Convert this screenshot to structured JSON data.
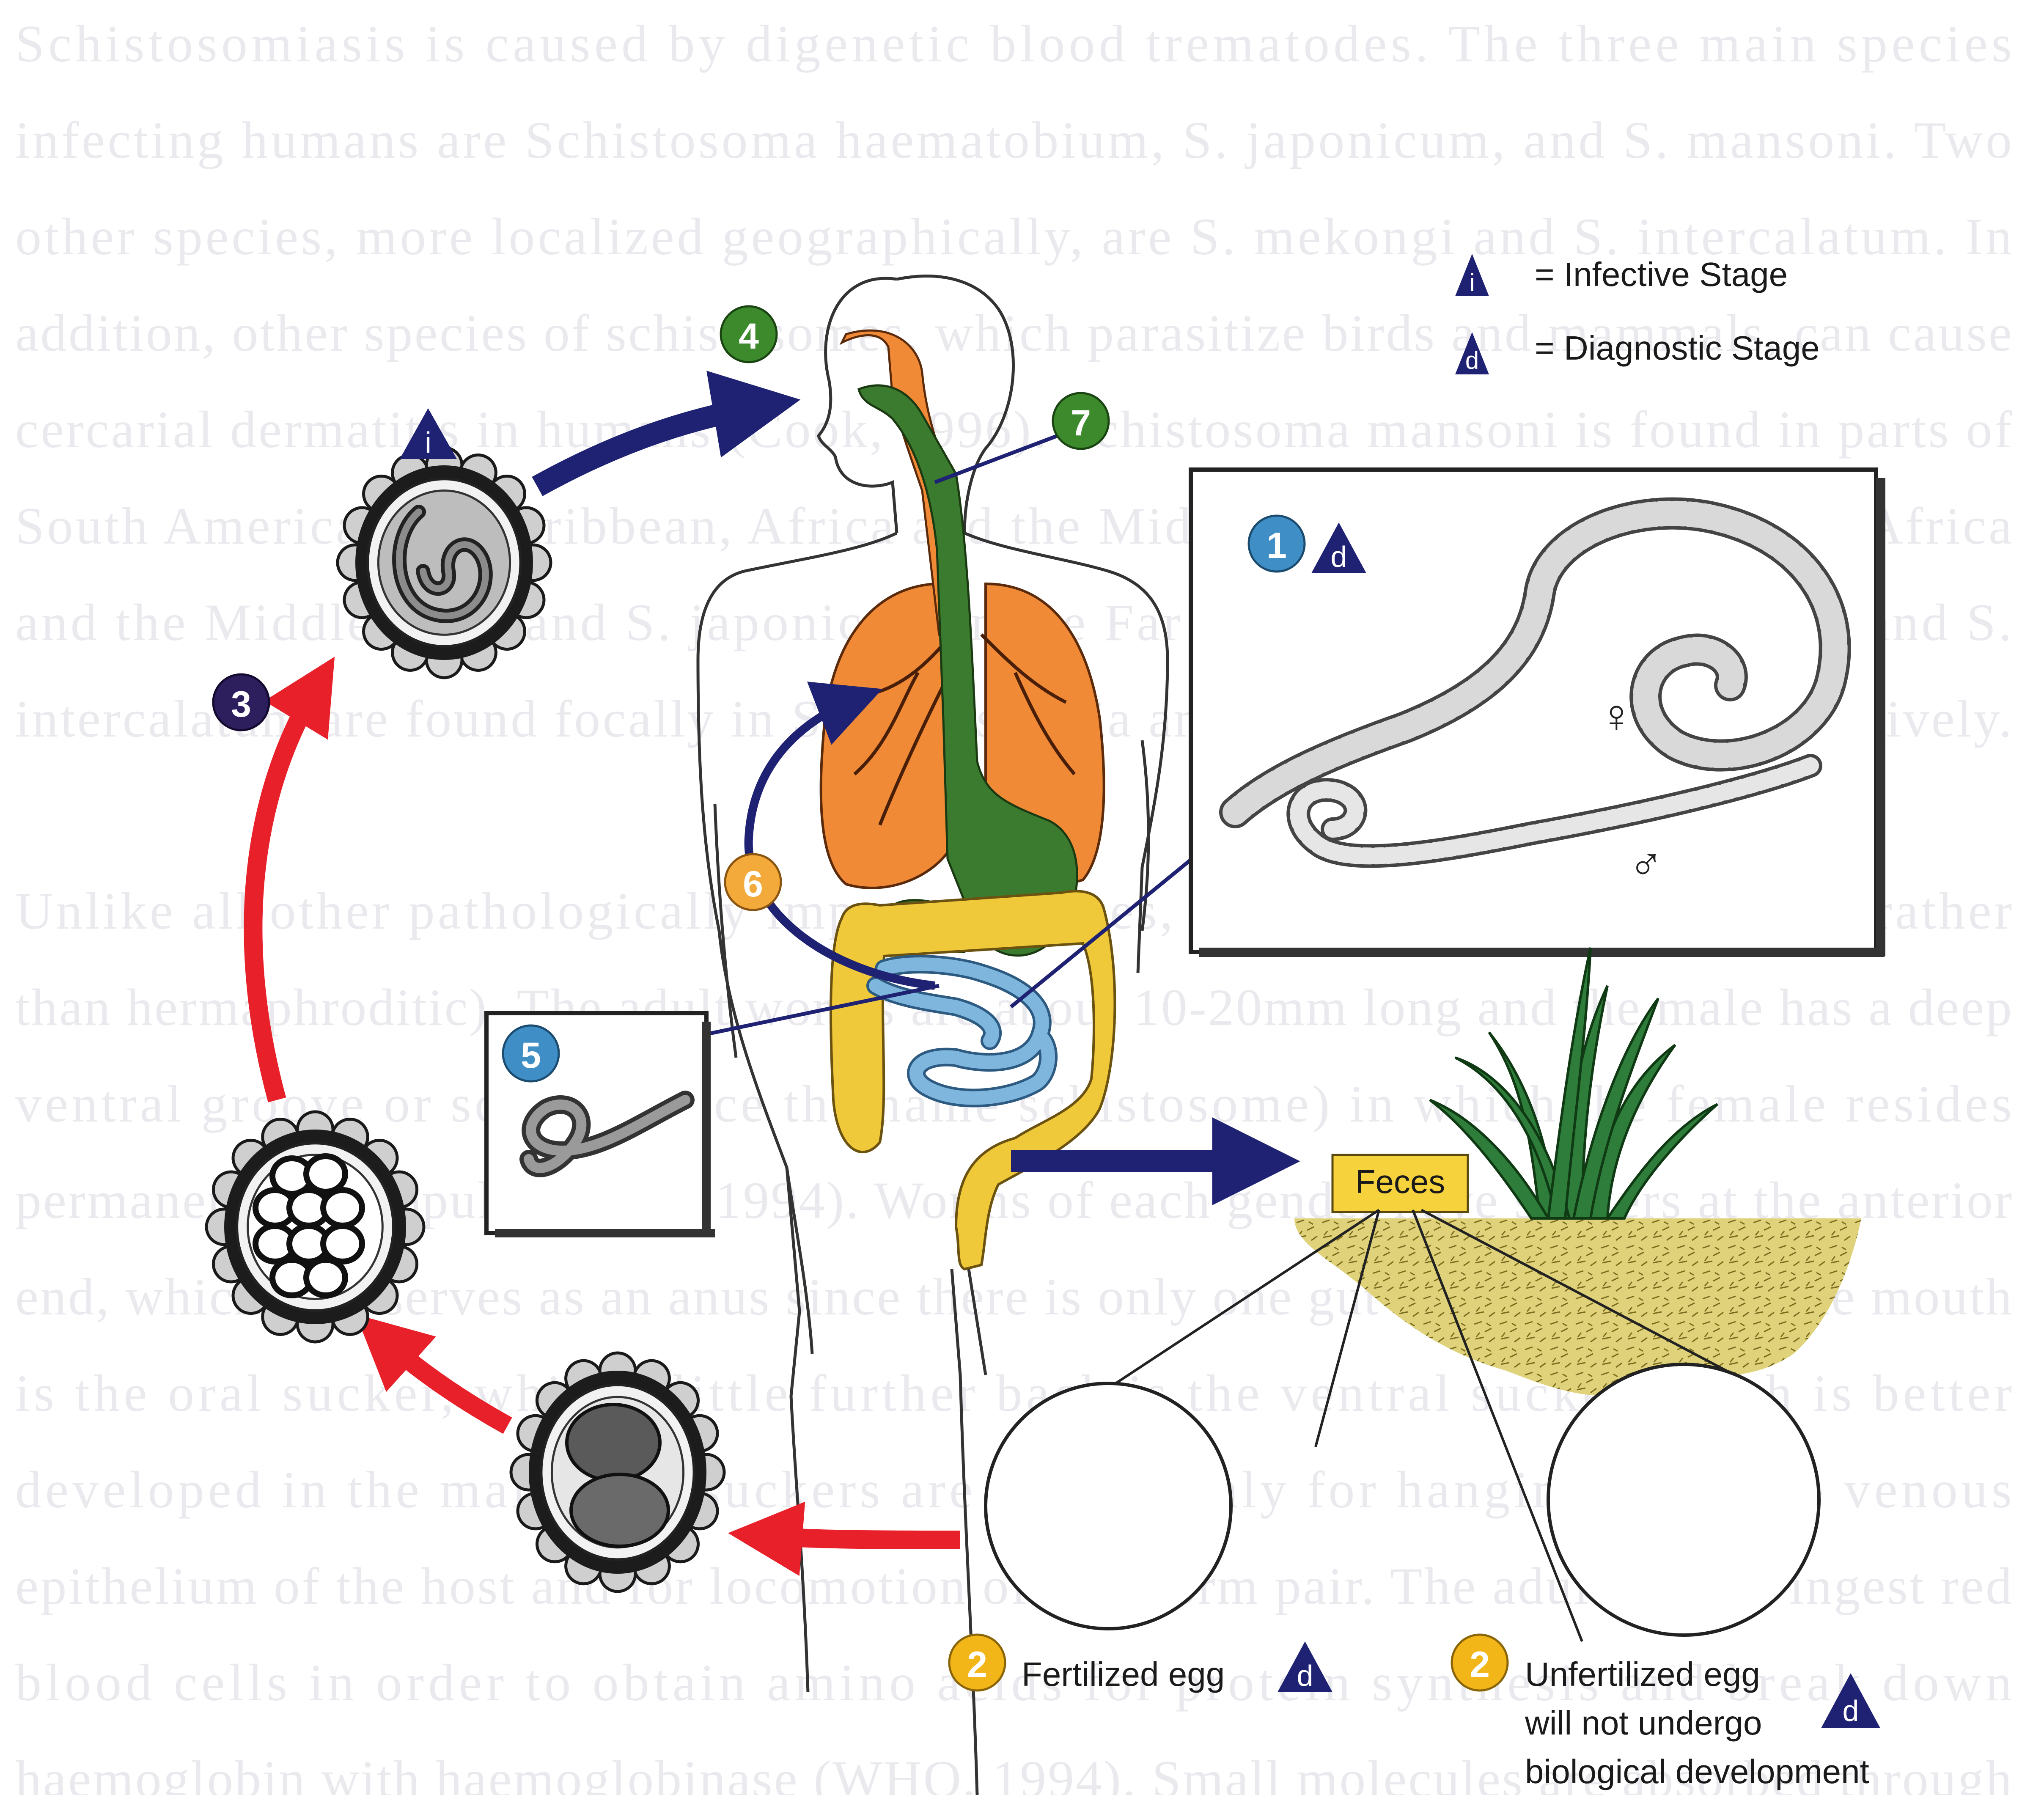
{
  "background_paragraphs": [
    {
      "lines": [
        "Schistosomiasis is caused by digenetic blood trematodes. The three main species",
        "infecting humans are Schistosoma haematobium, S. japonicum, and S. mansoni. Two",
        "other species, more localized geographically, are S. mekongi and S. intercalatum. In",
        "addition, other species of schistosomes, which parasitize birds and mammals, can cause",
        "cercarial dermatitis in humans (Cook, 1996). Schistosoma mansoni is found in parts of",
        "South America, the Caribbean, Africa and the Middle East; S. haematobium in Africa",
        "and the Middle East; and S. japonicum in the Far East. Schistosoma mekongi and S.",
        "intercalatum are found focally in Southeast Asia and central West Africa, respectively."
      ]
    },
    {
      "lines": [
        "Unlike all other pathologically important flukes, schistosomes are dioecious (rather",
        "than hermaphroditic). The adult worms are about 10-20mm long and the male has a deep",
        "ventral groove or schist (hence the name schistosome) in which the female resides",
        "permanently in copulo (WHO, 1994). Worms of each gender have suckers at the anterior",
        "end, which also serves as an anus since there is only one gut opening. Around the mouth",
        "is the oral sucker, while a little further back is the ventral sucker which is better",
        "developed in the male. The suckers are used mainly for hanging on to the venous",
        "epithelium of the host and for locomotion of the worm pair. The adult worms ingest red",
        "blood cells in order to obtain amino acids for protein synthesis and break down",
        "haemoglobin with haemoglobinase (WHO, 1994). Small molecules are absorbed through"
      ]
    }
  ],
  "legend": {
    "infective_letter": "i",
    "infective_label": "= Infective Stage",
    "diagnostic_letter": "d",
    "diagnostic_label": "= Diagnostic Stage"
  },
  "stage_markers": {
    "s1": "1",
    "s2a": "2",
    "s2b": "2",
    "s3": "3",
    "s4": "4",
    "s5": "5",
    "s6": "6",
    "s7": "7"
  },
  "triangle_letters": {
    "infective": "i",
    "adult_worms": "d",
    "fertilized_egg": "d",
    "unfertilized_egg": "d"
  },
  "labels": {
    "feces": "Feces",
    "fertilized_egg": "Fertilized egg",
    "unfertilized_line1": "Unfertilized egg",
    "unfertilized_line2": "will not undergo",
    "unfertilized_line3": "biological development",
    "female_symbol": "♀",
    "male_symbol": "♂"
  },
  "colors": {
    "arrow_navy": "#1f2272",
    "arrow_red": "#e8202a",
    "green_marker": "#3c8a2c",
    "purple_marker": "#2d1f5e",
    "blue_marker": "#3f8fc6",
    "gold_marker": "#f2b619",
    "orange_marker": "#f4a93b",
    "lung_orange": "#f08a36",
    "gut_green": "#3b7b2f",
    "colon_yellow": "#f0c93a",
    "small_intestine_blue": "#7fb6dd",
    "feces_box": "#f6d23c",
    "soil": "#dfd27a",
    "grass": "#2e7d3a"
  }
}
